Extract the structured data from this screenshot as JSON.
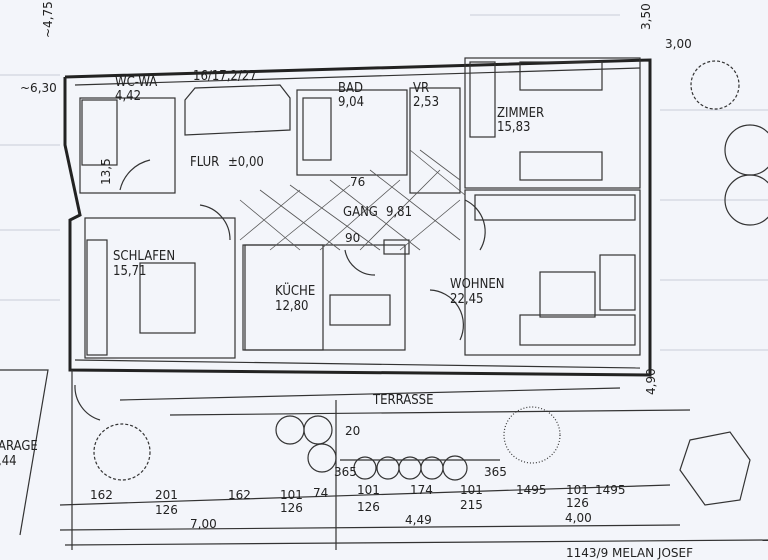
{
  "rooms": [
    {
      "name": "WC-WA",
      "area": "4,42"
    },
    {
      "name": "BAD",
      "area": "9,04"
    },
    {
      "name": "VR",
      "area": "2,53"
    },
    {
      "name": "ZIMMER",
      "area": "15,83"
    },
    {
      "name": "FLUR",
      "area": "±0,00"
    },
    {
      "name": "GANG",
      "area": "9,81"
    },
    {
      "name": "SCHLAFEN",
      "area": "15,71"
    },
    {
      "name": "KÜCHE",
      "area": "12,80"
    },
    {
      "name": "WOHNEN",
      "area": "22,45"
    },
    {
      "name": "ARAGE",
      "area": ",44"
    },
    {
      "name": "TERRASSE",
      "area": ""
    }
  ],
  "stairs_label": "16/17,2/27",
  "dimensions": {
    "top_left": "~4,75",
    "left": "~6,30",
    "top_right": "3,50",
    "right_top": "3,00",
    "right_side": "4,90",
    "flur_side": "13,5",
    "door_76": "76",
    "door_90": "90",
    "terrace_20": "20",
    "step_left": "365",
    "step_right": "365",
    "row_upper": [
      "162",
      "201",
      "162",
      "101",
      "74",
      "101",
      "174",
      "101",
      "1495",
      "101",
      "1495"
    ],
    "row_lower": [
      "126",
      "126",
      "126",
      "215",
      "126"
    ],
    "totals": [
      "7,00",
      "4,49",
      "4,00"
    ]
  },
  "footer_text": "1143/9 MELAN JOSEF"
}
